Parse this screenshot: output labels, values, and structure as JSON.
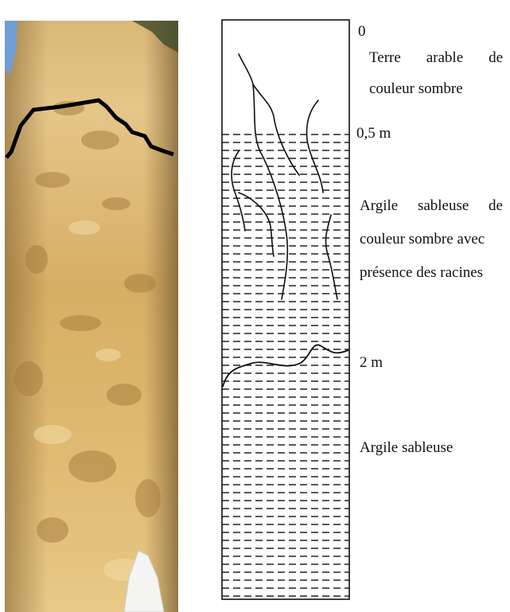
{
  "depth_labels": {
    "top": "0",
    "mid": "0,5 m",
    "deep": "2 m"
  },
  "layers": {
    "topsoil": {
      "line1": "Terre arable de",
      "line2": "couleur sombre"
    },
    "dark_clay": {
      "line1": "Argile sableuse de",
      "line2": "couleur sombre avec",
      "line3": "présence des racines"
    },
    "sandy_clay": {
      "line1": "Argile sableuse"
    }
  },
  "colors": {
    "soil_light": "#e3c27e",
    "soil_mid": "#c99d55",
    "soil_dark": "#8a6530",
    "sky": "#6f9fd6",
    "ink": "#111111"
  }
}
